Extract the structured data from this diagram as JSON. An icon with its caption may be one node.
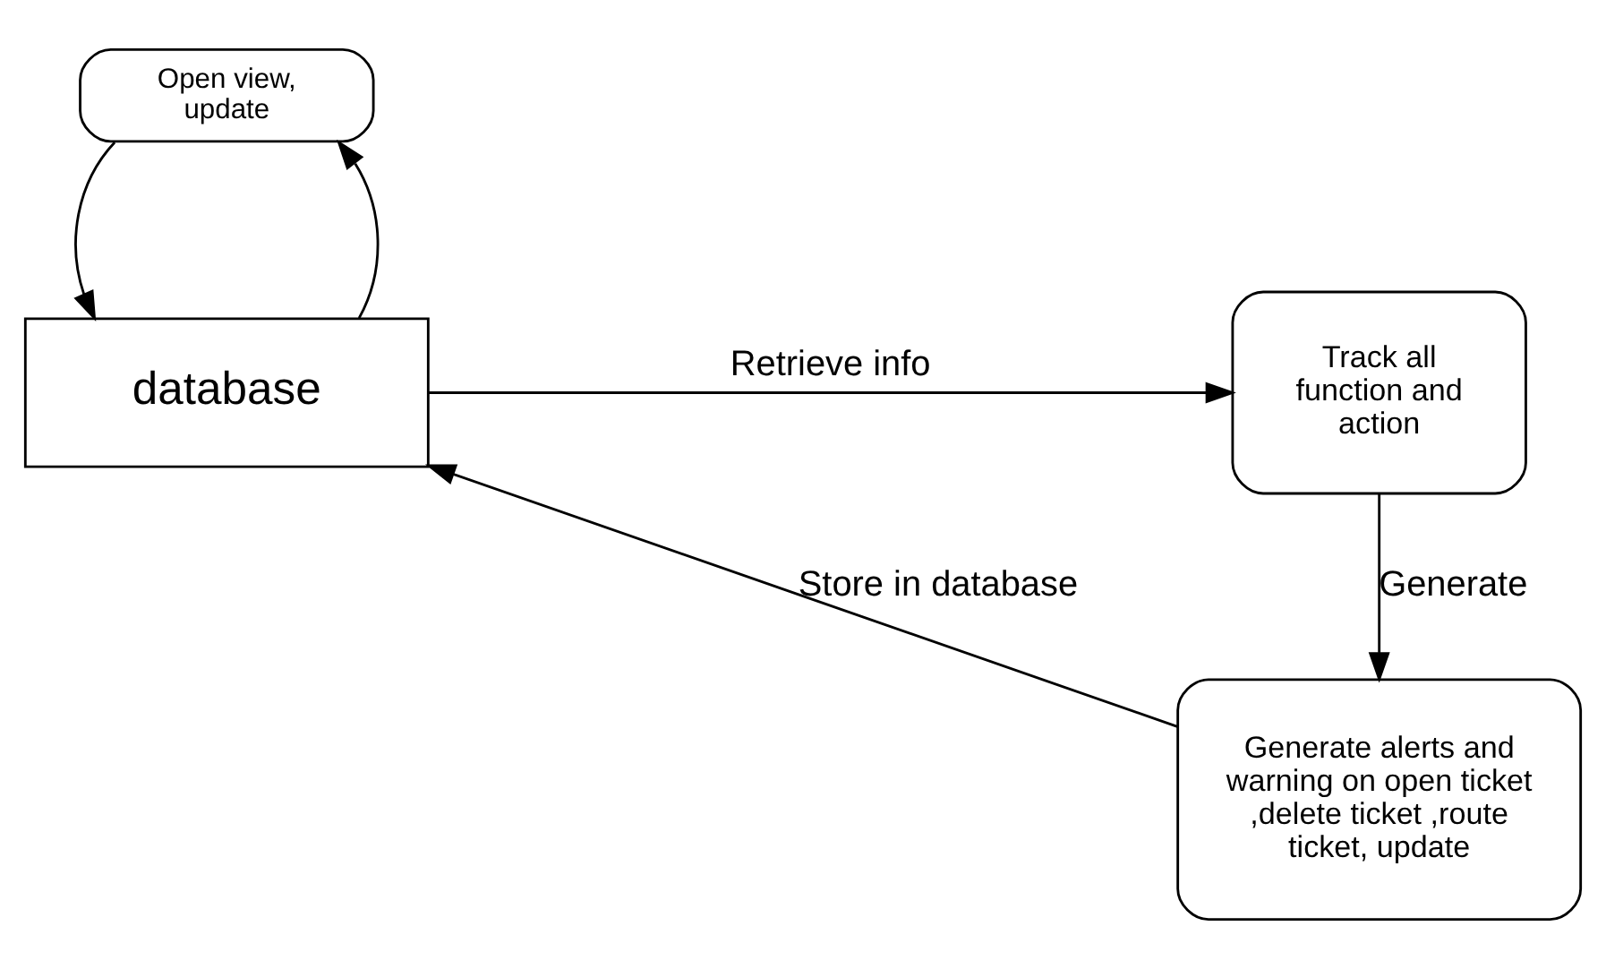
{
  "diagram": {
    "nodes": [
      {
        "text": [
          "Open view, update"
        ]
      },
      {
        "text": [
          "database"
        ]
      },
      {
        "text": [
          "Track all function and action"
        ]
      },
      {
        "text": [
          "Generate alerts and warning on open ticket ,delete ticket ,route ticket, update"
        ]
      }
    ],
    "edges": [
      {
        "from": 0,
        "to": 1,
        "arrow": "to"
      },
      {
        "from": 1,
        "to": 0,
        "arrow": "to"
      },
      {
        "from": 1,
        "to": 2,
        "arrow": "to",
        "label": "Retrieve info"
      },
      {
        "from": 2,
        "to": 3,
        "arrow": "to",
        "label": "Generate"
      },
      {
        "from": 3,
        "to": 1,
        "arrow": "to",
        "label": "Store in database"
      }
    ]
  }
}
